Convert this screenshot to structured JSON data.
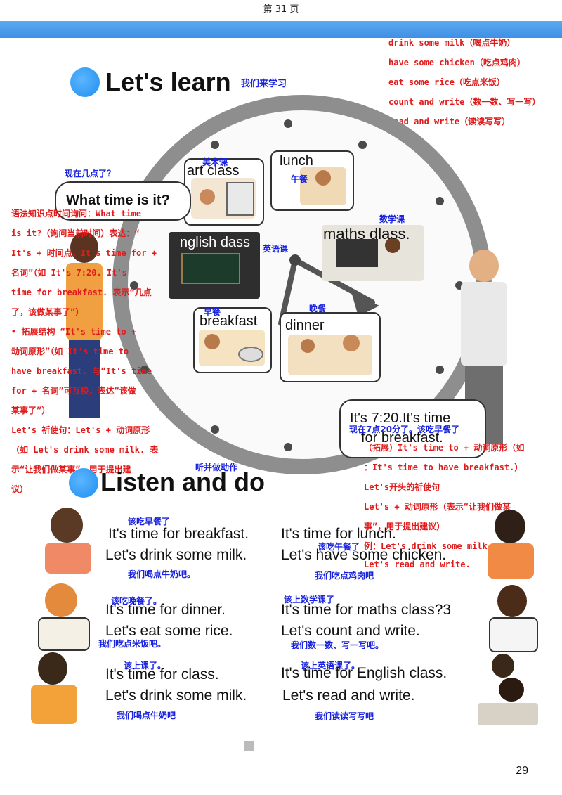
{
  "header": {
    "page_label": "第 31 页",
    "page_number": "29"
  },
  "colors": {
    "top_bar": "#3f8fe6",
    "blue_annotation": "#1a24e0",
    "red_annotation": "#e11b1b"
  },
  "lets_learn": {
    "title": "Let's learn",
    "title_cn": "我们来学习",
    "question": "What time is it?",
    "question_cn": "现在几点了？",
    "panels": {
      "art_class": "art class",
      "art_class_cn": "美术课",
      "lunch": "lunch",
      "lunch_cn": "午餐",
      "english_class": "nglish dass",
      "english_class_cn": "英语课",
      "maths_class": "maths dlass.",
      "maths_class_cn": "数学课",
      "breakfast": "breakfast",
      "breakfast_cn": "早餐",
      "dinner": "dinner",
      "dinner_cn": "晚餐"
    },
    "teacher_speech_1": "It's 7:20.It's time",
    "teacher_speech_2": "for breakfast.",
    "teacher_speech_cn": "现在7点20分了。该吃早餐了",
    "tick_icon": "clock-tick-icon"
  },
  "phrases_red": [
    "drink some milk（喝点牛奶）",
    "have some chicken（吃点鸡肉）",
    "eat some rice（吃点米饭）",
    "count and write（数一数、写一写）",
    "read and write（读读写写）"
  ],
  "grammar_left": [
    "语法知识点时间询问：What time",
    "is it?（询问当前时间）表达：“",
    "It's + 时间点，It's time for +",
    "名词”（如 It's 7:20. It's",
    "time for breakfast. 表示“几点",
    "了，该做某事了”）",
    "• 拓展结构 “It's time to +",
    "动词原形”（如 It's time to",
    "have breakfast. 与“It's time",
    "for + 名词”可互换，表达“该做",
    "某事了”）",
    "Let's 祈使句：Let's + 动词原形",
    "（如 Let's drink some milk. 表",
    "示“让我们做某事”，用于提出建",
    "议）"
  ],
  "grammar_right": [
    "（拓展）It's time to + 动词原形（如",
    "：It's time to have breakfast.）",
    "Let's开头的祈使句",
    "Let's + 动词原形（表示“让我们做某",
    "事”，用于提出建议）",
    "例：Let's drink some milk.",
    "Let's read and write."
  ],
  "listen_and_do": {
    "title": "Listen and do",
    "title_cn": "听并做动作",
    "rows": [
      {
        "left": {
          "line1": "It's time for breakfast.",
          "line2": "Let's drink some milk.",
          "cn1": "该吃早餐了",
          "cn2": "我们喝点牛奶吧。"
        },
        "right": {
          "line1": "It's time for lunch.",
          "line2": "Let's have some chicken.",
          "cn1": "该吃午餐了",
          "cn2": "我们吃点鸡肉吧"
        }
      },
      {
        "left": {
          "line1": "It's time for dinner.",
          "line2": "Let's eat some rice.",
          "cn1": "该吃晚餐了。",
          "cn2": "我们吃点米饭吧。"
        },
        "right": {
          "line1": "It's time for maths class?3",
          "line2": "Let's count and write.",
          "cn1": "该上数学课了",
          "cn2": "我们数一数、写一写吧。"
        }
      },
      {
        "left": {
          "line1": "It's time for class.",
          "line2": "Let's drink some milk.",
          "cn1": "该上课了。",
          "cn2": "我们喝点牛奶吧"
        },
        "right": {
          "line1": "It's time for English class.",
          "line2": "Let's read and write.",
          "cn1": "该上英语课了。",
          "cn2": "我们读读写写吧"
        }
      }
    ]
  }
}
